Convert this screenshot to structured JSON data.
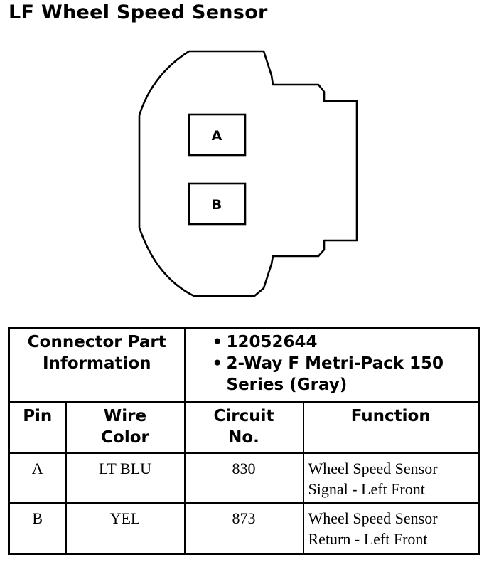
{
  "title": "LF Wheel Speed Sensor",
  "connector": {
    "pins": [
      "A",
      "B"
    ]
  },
  "part_info": {
    "label_line1": "Connector Part",
    "label_line2": "Information",
    "bullet": "•",
    "part_number": "12052644",
    "desc_line1": "2-Way F Metri-Pack 150",
    "desc_line2": "Series (Gray)"
  },
  "headers": {
    "pin": "Pin",
    "wire_line1": "Wire",
    "wire_line2": "Color",
    "circuit_line1": "Circuit",
    "circuit_line2": "No.",
    "function": "Function"
  },
  "rows": [
    {
      "pin": "A",
      "wire": "LT BLU",
      "circuit": "830",
      "function_line1": "Wheel Speed Sensor",
      "function_line2": "Signal - Left Front"
    },
    {
      "pin": "B",
      "wire": "YEL",
      "circuit": "873",
      "function_line1": "Wheel Speed Sensor",
      "function_line2": "Return - Left Front"
    }
  ]
}
